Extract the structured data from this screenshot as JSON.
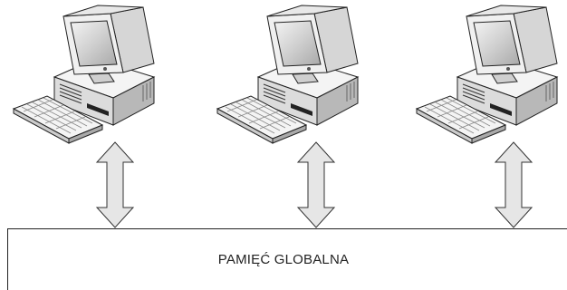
{
  "diagram": {
    "memory_label": "PAMIĘĆ GLOBALNA",
    "computers": [
      {
        "id": "computer-1"
      },
      {
        "id": "computer-2"
      },
      {
        "id": "computer-3"
      }
    ]
  },
  "colors": {
    "outline": "#222222",
    "screen": "#d8d8d8",
    "body_light": "#f2f2f2",
    "body_mid": "#cfcfcf",
    "body_dark": "#9a9a9a",
    "arrow_fill": "#e6e6e6"
  }
}
